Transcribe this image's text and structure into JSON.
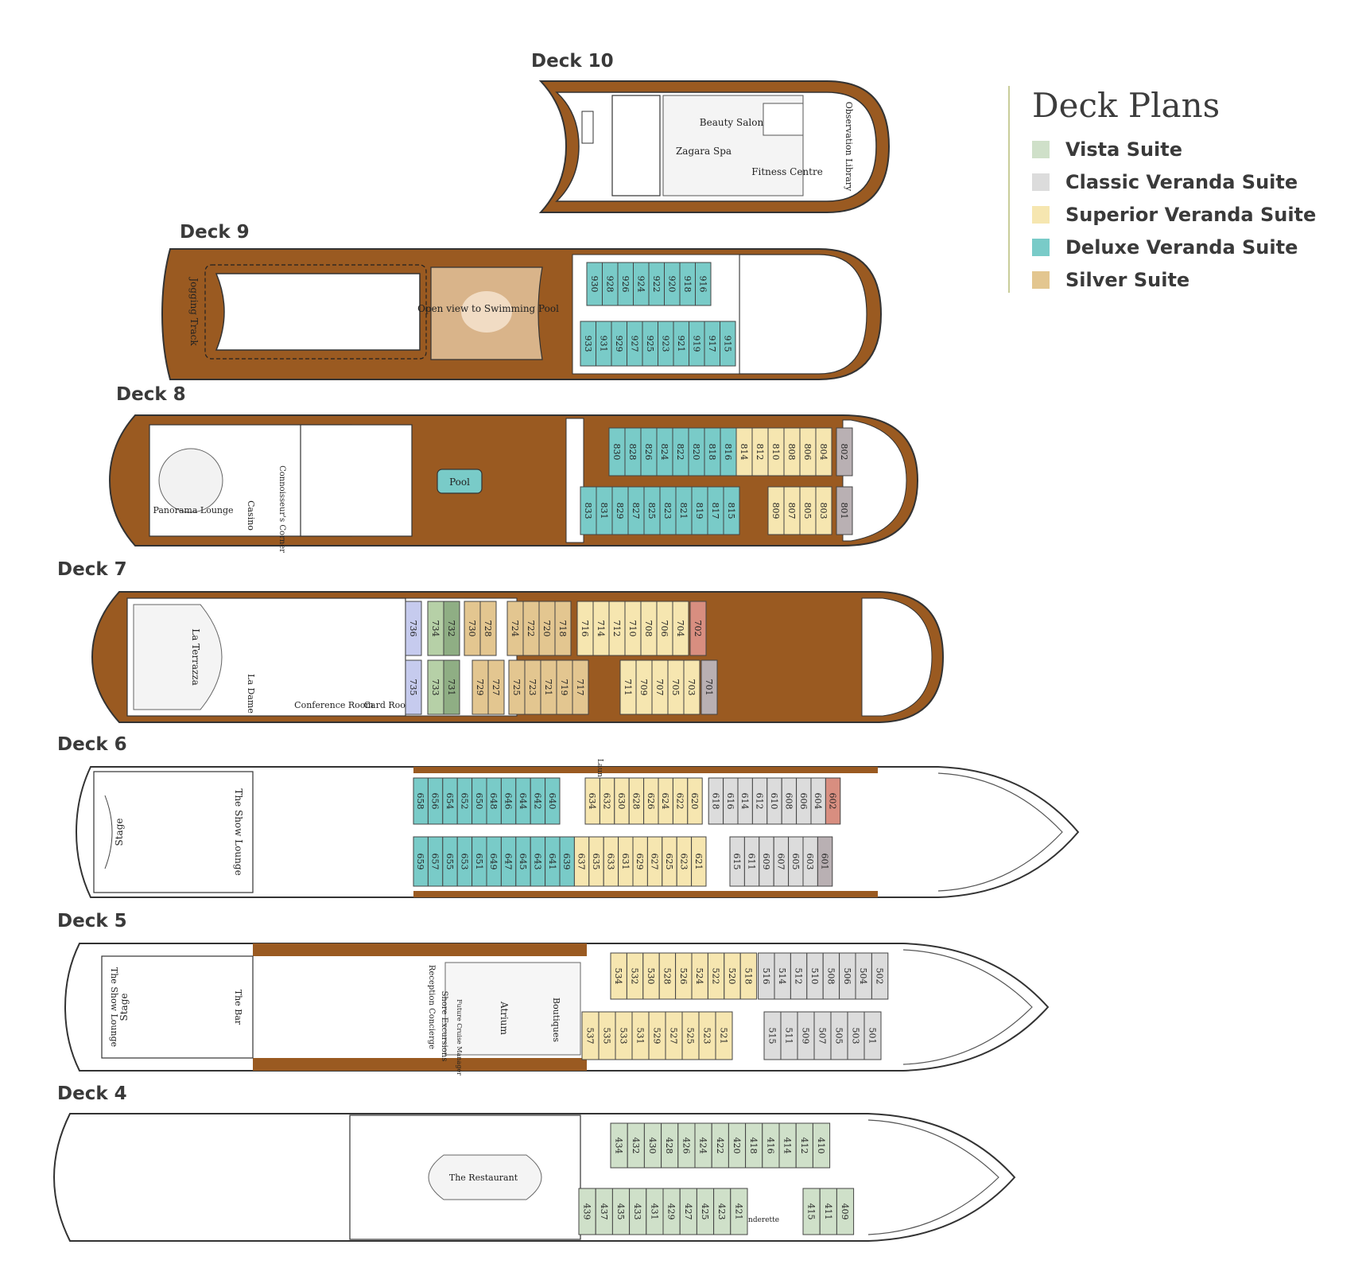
{
  "legend": {
    "title": "Deck Plans",
    "items": [
      {
        "label": "Vista Suite",
        "color": "#cfe0c9"
      },
      {
        "label": "Classic Veranda Suite",
        "color": "#dcdcdc"
      },
      {
        "label": "Superior Veranda Suite",
        "color": "#f6e6b0"
      },
      {
        "label": "Deluxe Veranda Suite",
        "color": "#79cbc8"
      },
      {
        "label": "Silver Suite",
        "color": "#e3c690"
      }
    ]
  },
  "colors": {
    "hull_wood": "#9a5a21",
    "hull_outline": "#333333",
    "vista": "#cfe0c9",
    "classic": "#dcdcdc",
    "superior": "#f6e6b0",
    "deluxe": "#79cbc8",
    "silver": "#e3c690",
    "owner": "#d88e80",
    "grand": "#b9b0b3",
    "medallion": "#b6d0a7",
    "medallion_dark": "#8fae84",
    "royal": "#c6cbee"
  },
  "decks": [
    {
      "label": "Deck 10",
      "venues": [
        "Beauty Salon",
        "Zagara Spa",
        "Fitness Centre",
        "Observation Library"
      ],
      "cabins": []
    },
    {
      "label": "Deck 9",
      "venues": [
        "Jogging Track",
        "Open view to Swimming Pool"
      ],
      "cabins_top": [
        "930",
        "928",
        "926",
        "924",
        "922",
        "920",
        "918",
        "916"
      ],
      "cabins_bottom": [
        "933",
        "931",
        "929",
        "927",
        "925",
        "923",
        "921",
        "919",
        "917",
        "915"
      ]
    },
    {
      "label": "Deck 8",
      "venues": [
        "Panorama Lounge",
        "Casino",
        "Connoisseur's Corner",
        "Pool"
      ],
      "cabins_top": [
        "830",
        "828",
        "826",
        "824",
        "822",
        "820",
        "818",
        "816",
        "814",
        "812",
        "810",
        "808",
        "806",
        "804",
        "802"
      ],
      "cabins_bottom": [
        "833",
        "831",
        "829",
        "827",
        "825",
        "823",
        "821",
        "819",
        "817",
        "815",
        "809",
        "807",
        "805",
        "803",
        "801"
      ]
    },
    {
      "label": "Deck 7",
      "venues": [
        "La Terrazza",
        "La Dame",
        "Conference Room",
        "Card Room"
      ],
      "cabins_top": [
        "736",
        "734",
        "732",
        "730",
        "728",
        "724",
        "722",
        "720",
        "718",
        "716",
        "714",
        "712",
        "710",
        "708",
        "706",
        "704",
        "702"
      ],
      "cabins_bottom": [
        "735",
        "733",
        "731",
        "729",
        "727",
        "725",
        "723",
        "721",
        "719",
        "717",
        "711",
        "709",
        "707",
        "705",
        "703",
        "701"
      ]
    },
    {
      "label": "Deck 6",
      "venues": [
        "Stage",
        "The Show Lounge",
        "Launderette"
      ],
      "cabins_top": [
        "658",
        "656",
        "654",
        "652",
        "650",
        "648",
        "646",
        "644",
        "642",
        "640",
        "634",
        "632",
        "630",
        "628",
        "626",
        "624",
        "622",
        "620",
        "618",
        "616",
        "614",
        "612",
        "610",
        "608",
        "606",
        "604",
        "602"
      ],
      "cabins_bottom": [
        "659",
        "657",
        "655",
        "653",
        "651",
        "649",
        "647",
        "645",
        "643",
        "641",
        "639",
        "637",
        "635",
        "633",
        "631",
        "629",
        "627",
        "625",
        "623",
        "621",
        "615",
        "611",
        "609",
        "607",
        "605",
        "603",
        "601"
      ]
    },
    {
      "label": "Deck 5",
      "venues": [
        "The Show Lounge",
        "Stage",
        "The Bar",
        "Reception Concierge",
        "Shore Excursions",
        "Future Cruise Manager",
        "Atrium",
        "Boutiques"
      ],
      "cabins_top": [
        "534",
        "532",
        "530",
        "528",
        "526",
        "524",
        "522",
        "520",
        "518",
        "516",
        "514",
        "512",
        "510",
        "508",
        "506",
        "504",
        "502"
      ],
      "cabins_bottom": [
        "537",
        "535",
        "533",
        "531",
        "529",
        "527",
        "525",
        "523",
        "521",
        "515",
        "511",
        "509",
        "507",
        "505",
        "503",
        "501"
      ]
    },
    {
      "label": "Deck 4",
      "venues": [
        "The Restaurant",
        "Launderette"
      ],
      "cabins_top": [
        "434",
        "432",
        "430",
        "428",
        "426",
        "424",
        "422",
        "420",
        "418",
        "416",
        "414",
        "412",
        "410"
      ],
      "cabins_bottom": [
        "439",
        "437",
        "435",
        "433",
        "431",
        "429",
        "427",
        "425",
        "423",
        "421",
        "415",
        "411",
        "409"
      ]
    }
  ],
  "venue_labels": {
    "beauty_salon": "Beauty Salon",
    "zagara_spa": "Zagara Spa",
    "fitness": "Fitness Centre",
    "observation": "Observation Library",
    "jogging": "Jogging Track",
    "open_view": "Open view to Swimming Pool",
    "panorama": "Panorama Lounge",
    "casino": "Casino",
    "connoisseur": "Connoisseur's Corner",
    "pool": "Pool",
    "terrazza": "La Terrazza",
    "ladame": "La Dame",
    "conference": "Conference Room",
    "card": "Card Room",
    "stage": "Stage",
    "show_lounge": "The Show Lounge",
    "laun_6": "Launderette",
    "the_bar": "The Bar",
    "reception": "Reception Concierge",
    "shore": "Shore Excursions",
    "future": "Future Cruise Manager",
    "atrium": "Atrium",
    "boutiques": "Boutiques",
    "restaurant": "The Restaurant",
    "laun_4": "Launderette"
  }
}
